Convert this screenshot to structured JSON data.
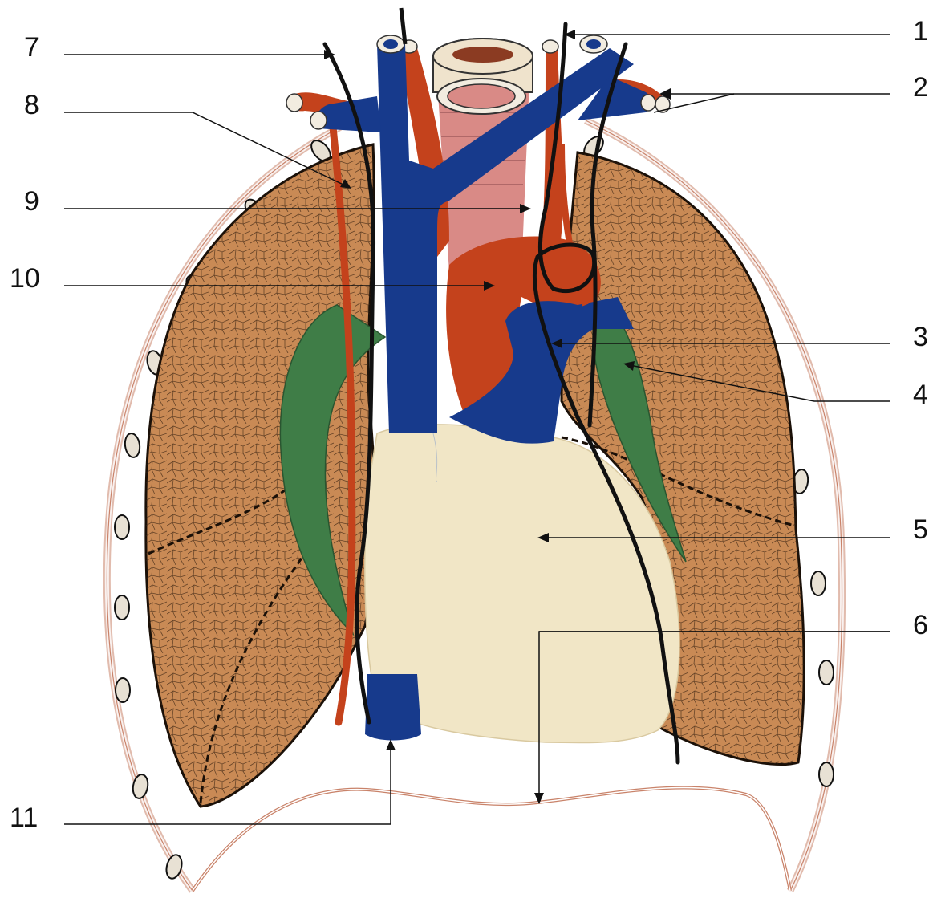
{
  "labels": [
    "1",
    "2",
    "3",
    "4",
    "5",
    "6",
    "7",
    "8",
    "9",
    "10",
    "11"
  ],
  "colors": {
    "lung": "#c98a55",
    "lung_edge": "#1a1008",
    "vein": "#173a8c",
    "artery": "#c4421c",
    "nerve": "#111111",
    "ligament": "#3f7d47",
    "heart": "#f1e6c6",
    "trachea": "#d98a86",
    "rib_band": "#c9836a",
    "rib": "#e8e1d4"
  },
  "icons": [
    "lung-icon",
    "heart-icon",
    "trachea-icon",
    "vessel-icon",
    "nerve-icon",
    "rib-icon"
  ]
}
